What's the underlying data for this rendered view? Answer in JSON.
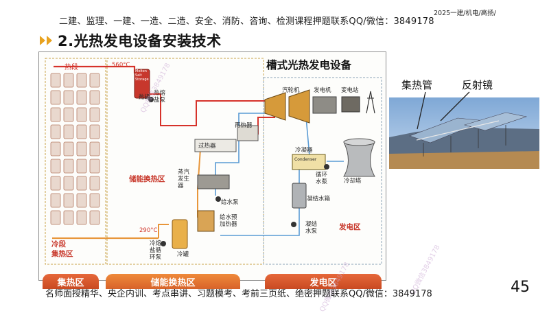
{
  "header": {
    "banner": "二建、监理、一建、一造、二造、安全、消防、咨询、检测课程押题联系QQ/微信：3849178",
    "corner_tag": "2025一建/机电/高扬/",
    "title_number": "2.",
    "title": "光热发电设备安装技术"
  },
  "diagram": {
    "title": "槽式光热发电设备",
    "labels": {
      "hot_section": "热段",
      "temp_hot": "560°C",
      "hot_salt_tank": "热罐",
      "hot_salt_pump": "热熔盐泵",
      "reheater": "再热器",
      "superheater": "过热器",
      "turbine": "汽轮机",
      "generator": "发电机",
      "transformer": "变电站",
      "storage_zone": "储能换热区",
      "steam_generator": "蒸汽发生器",
      "condenser": "冷凝器",
      "cooling_tower": "冷却塔",
      "circ_pump": "循环水泵",
      "feed_pump": "给水泵",
      "water_tank": "凝结水箱",
      "preheater": "给水预加热器",
      "temp_cold": "290°C",
      "cold_section": "冷段",
      "collector_zone": "集热区",
      "cold_salt_pump": "冷熔盐循环泵",
      "cold_tank": "冷罐",
      "cond_pump": "凝结水泵",
      "power_zone": "发电区",
      "tank_tag": "Molten Salt Storage",
      "condenser_tag": "Condenser"
    },
    "zone_tabs": [
      "集热区",
      "储能换热区",
      "发电区"
    ]
  },
  "photo": {
    "label_tube": "集热管",
    "label_mirror": "反射镜"
  },
  "footer": {
    "banner": "名师面授精华、央企内训、考点串讲、习题模考、考前三页纸、绝密押题联系QQ/微信：3849178",
    "page_number": "45"
  },
  "watermark": "QQ微信3849178",
  "colors": {
    "accent": "#e8a21f",
    "hot_line": "#d6322a",
    "cold_line": "#e8963a",
    "water_line": "#5a9bd4",
    "zone_tab": "#d95a2b"
  }
}
